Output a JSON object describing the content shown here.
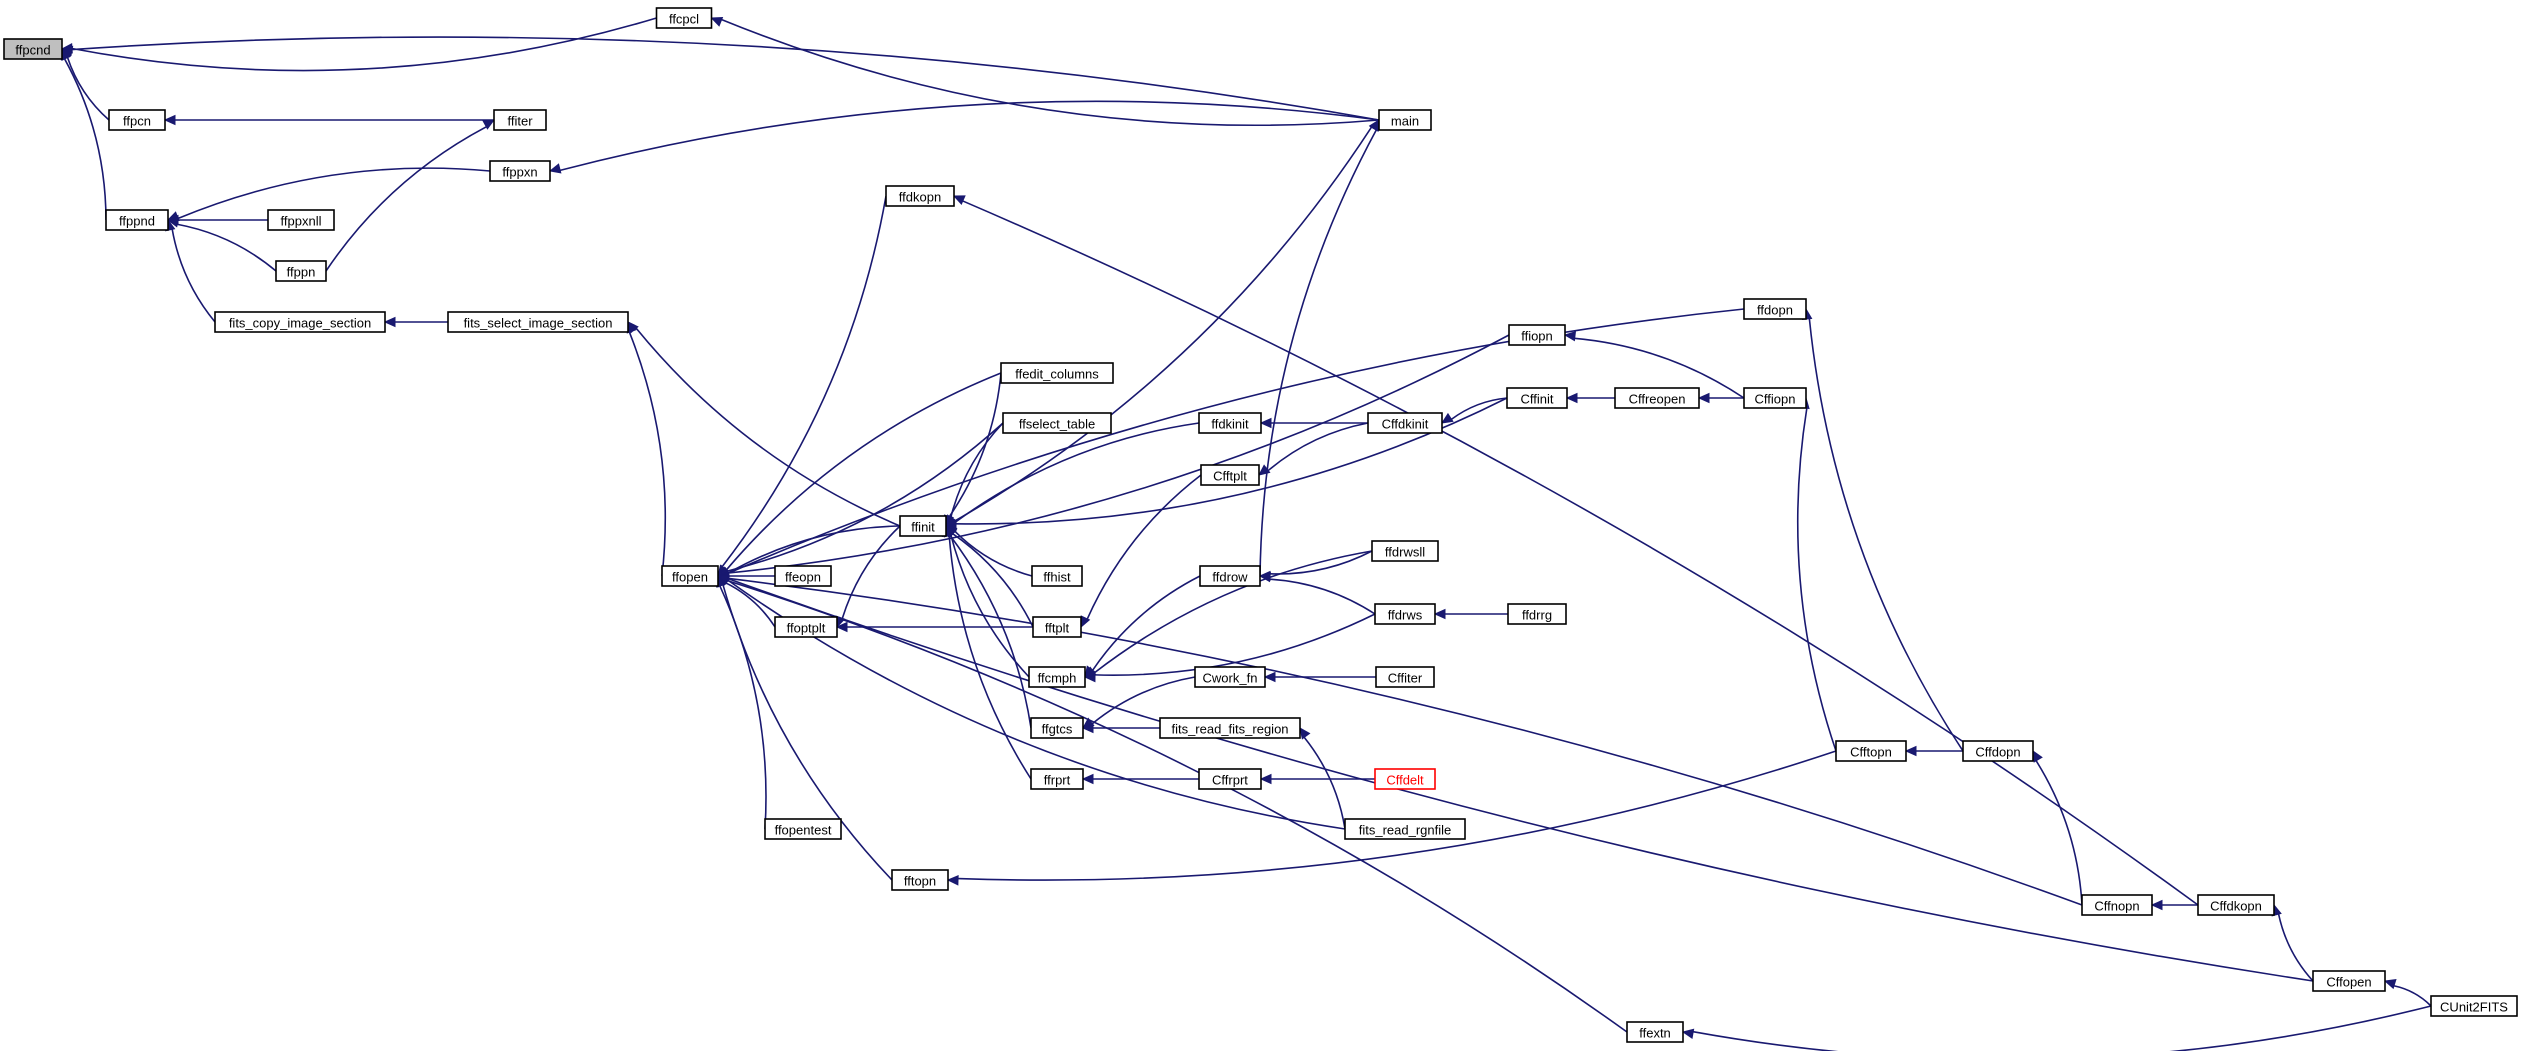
{
  "graph": {
    "kind": "caller-graph",
    "colors": {
      "edge": "#191970",
      "node_border": "#000000",
      "current_fill": "#bfbfbf",
      "missing_border": "#ff0000"
    },
    "nodes": [
      {
        "id": "ffpcnd",
        "label": "ffpcnd",
        "current": true
      },
      {
        "id": "ffcpcl",
        "label": "ffcpcl"
      },
      {
        "id": "ffpcn",
        "label": "ffpcn"
      },
      {
        "id": "ffiter",
        "label": "ffiter"
      },
      {
        "id": "main",
        "label": "main"
      },
      {
        "id": "ffppnd",
        "label": "ffppnd"
      },
      {
        "id": "ffppxn",
        "label": "ffppxn"
      },
      {
        "id": "ffppxnll",
        "label": "ffppxnll"
      },
      {
        "id": "ffppn",
        "label": "ffppn"
      },
      {
        "id": "fits_copy_image_section",
        "label": "fits_copy_image_section"
      },
      {
        "id": "fits_select_image_section",
        "label": "fits_select_image_section"
      },
      {
        "id": "ffdkopn",
        "label": "ffdkopn"
      },
      {
        "id": "ffdopn",
        "label": "ffdopn"
      },
      {
        "id": "fftopn",
        "label": "fftopn"
      },
      {
        "id": "ffiopn",
        "label": "ffiopn"
      },
      {
        "id": "ffedit_columns",
        "label": "ffedit_columns"
      },
      {
        "id": "ffselect_table",
        "label": "ffselect_table"
      },
      {
        "id": "Cffinit",
        "label": "Cffinit"
      },
      {
        "id": "Cffreopen",
        "label": "Cffreopen"
      },
      {
        "id": "Cffiopn",
        "label": "Cffiopn"
      },
      {
        "id": "ffdkinit",
        "label": "ffdkinit"
      },
      {
        "id": "Cffdkinit",
        "label": "Cffdkinit"
      },
      {
        "id": "ffinit",
        "label": "ffinit"
      },
      {
        "id": "Cfftplt",
        "label": "Cfftplt"
      },
      {
        "id": "ffopen",
        "label": "ffopen"
      },
      {
        "id": "ffeopn",
        "label": "ffeopn"
      },
      {
        "id": "ffhist",
        "label": "ffhist"
      },
      {
        "id": "ffdrwsll",
        "label": "ffdrwsll"
      },
      {
        "id": "ffdrow",
        "label": "ffdrow"
      },
      {
        "id": "ffoptplt",
        "label": "ffoptplt"
      },
      {
        "id": "fftplt",
        "label": "fftplt"
      },
      {
        "id": "ffdrws",
        "label": "ffdrws"
      },
      {
        "id": "ffdrrg",
        "label": "ffdrrg"
      },
      {
        "id": "ffcmph",
        "label": "ffcmph"
      },
      {
        "id": "Cwork_fn",
        "label": "Cwork_fn"
      },
      {
        "id": "Cffiter",
        "label": "Cffiter"
      },
      {
        "id": "ffgtcs",
        "label": "ffgtcs"
      },
      {
        "id": "fits_read_fits_region",
        "label": "fits_read_fits_region"
      },
      {
        "id": "Cfftopn",
        "label": "Cfftopn"
      },
      {
        "id": "Cffdopn",
        "label": "Cffdopn"
      },
      {
        "id": "ffrprt",
        "label": "ffrprt"
      },
      {
        "id": "Cffrprt",
        "label": "Cffrprt"
      },
      {
        "id": "Cffdelt",
        "label": "Cffdelt",
        "missing": true
      },
      {
        "id": "ffopentest",
        "label": "ffopentest"
      },
      {
        "id": "fits_read_rgnfile",
        "label": "fits_read_rgnfile"
      },
      {
        "id": "Cffnopn",
        "label": "Cffnopn"
      },
      {
        "id": "Cffdkopn",
        "label": "Cffdkopn"
      },
      {
        "id": "Cffopen",
        "label": "Cffopen"
      },
      {
        "id": "CUnit2FITS",
        "label": "CUnit2FITS"
      },
      {
        "id": "ffextn",
        "label": "ffextn"
      }
    ],
    "edges": [
      {
        "from": "ffcpcl",
        "to": "ffpcnd"
      },
      {
        "from": "main",
        "to": "ffpcnd"
      },
      {
        "from": "ffpcn",
        "to": "ffpcnd"
      },
      {
        "from": "ffppnd",
        "to": "ffpcnd"
      },
      {
        "from": "main",
        "to": "ffcpcl"
      },
      {
        "from": "ffiter",
        "to": "ffpcn"
      },
      {
        "from": "ffppn",
        "to": "ffiter"
      },
      {
        "from": "ffppxn",
        "to": "ffppnd"
      },
      {
        "from": "ffppxnll",
        "to": "ffppnd"
      },
      {
        "from": "ffppn",
        "to": "ffppnd"
      },
      {
        "from": "fits_copy_image_section",
        "to": "ffppnd"
      },
      {
        "from": "main",
        "to": "ffppxn"
      },
      {
        "from": "fits_select_image_section",
        "to": "fits_copy_image_section"
      },
      {
        "from": "ffinit",
        "to": "main"
      },
      {
        "from": "ffdrow",
        "to": "main"
      },
      {
        "from": "ffopen",
        "to": "fits_select_image_section"
      },
      {
        "from": "ffinit",
        "to": "fits_select_image_section"
      },
      {
        "from": "Cffdkopn",
        "to": "ffdkopn"
      },
      {
        "from": "Cffdopn",
        "to": "ffdopn"
      },
      {
        "from": "Cffiopn",
        "to": "ffiopn"
      },
      {
        "from": "Cfftopn",
        "to": "Cffiopn"
      },
      {
        "from": "Cffreopen",
        "to": "Cffinit"
      },
      {
        "from": "Cffiopn",
        "to": "Cffreopen"
      },
      {
        "from": "Cffinit",
        "to": "Cffdkinit"
      },
      {
        "from": "Cffdkinit",
        "to": "ffdkinit"
      },
      {
        "from": "Cffdkinit",
        "to": "Cfftplt"
      },
      {
        "from": "ffdkopn",
        "to": "ffopen"
      },
      {
        "from": "ffdopn",
        "to": "ffopen"
      },
      {
        "from": "ffiopn",
        "to": "ffopen"
      },
      {
        "from": "ffedit_columns",
        "to": "ffopen"
      },
      {
        "from": "ffselect_table",
        "to": "ffopen"
      },
      {
        "from": "ffinit",
        "to": "ffopen"
      },
      {
        "from": "ffeopn",
        "to": "ffopen"
      },
      {
        "from": "ffoptplt",
        "to": "ffopen"
      },
      {
        "from": "fits_read_rgnfile",
        "to": "ffopen"
      },
      {
        "from": "ffopentest",
        "to": "ffopen"
      },
      {
        "from": "fftopn",
        "to": "ffopen"
      },
      {
        "from": "Cffnopn",
        "to": "ffopen"
      },
      {
        "from": "Cffopen",
        "to": "ffopen"
      },
      {
        "from": "ffextn",
        "to": "ffopen"
      },
      {
        "from": "ffedit_columns",
        "to": "ffinit"
      },
      {
        "from": "ffselect_table",
        "to": "ffinit"
      },
      {
        "from": "Cffinit",
        "to": "ffinit"
      },
      {
        "from": "ffdkinit",
        "to": "ffinit"
      },
      {
        "from": "ffhist",
        "to": "ffinit"
      },
      {
        "from": "fftplt",
        "to": "ffinit"
      },
      {
        "from": "ffcmph",
        "to": "ffinit"
      },
      {
        "from": "ffgtcs",
        "to": "ffinit"
      },
      {
        "from": "ffrprt",
        "to": "ffinit"
      },
      {
        "from": "ffinit",
        "to": "ffoptplt"
      },
      {
        "from": "fftplt",
        "to": "ffoptplt"
      },
      {
        "from": "Cfftplt",
        "to": "fftplt"
      },
      {
        "from": "ffdrwsll",
        "to": "ffdrow"
      },
      {
        "from": "ffdrws",
        "to": "ffdrow"
      },
      {
        "from": "ffdrrg",
        "to": "ffdrws"
      },
      {
        "from": "ffdrow",
        "to": "ffcmph"
      },
      {
        "from": "ffdrws",
        "to": "ffcmph"
      },
      {
        "from": "ffdrwsll",
        "to": "ffcmph"
      },
      {
        "from": "Cffiter",
        "to": "Cwork_fn"
      },
      {
        "from": "Cwork_fn",
        "to": "ffgtcs"
      },
      {
        "from": "fits_read_fits_region",
        "to": "ffgtcs"
      },
      {
        "from": "fits_read_rgnfile",
        "to": "fits_read_fits_region"
      },
      {
        "from": "Cffdopn",
        "to": "Cfftopn"
      },
      {
        "from": "Cffnopn",
        "to": "Cffdopn"
      },
      {
        "from": "Cffrprt",
        "to": "ffrprt"
      },
      {
        "from": "Cffdelt",
        "to": "Cffrprt"
      },
      {
        "from": "Cfftopn",
        "to": "fftopn"
      },
      {
        "from": "Cffdkopn",
        "to": "Cffnopn"
      },
      {
        "from": "Cffopen",
        "to": "Cffdkopn"
      },
      {
        "from": "CUnit2FITS",
        "to": "Cffopen"
      },
      {
        "from": "CUnit2FITS",
        "to": "ffextn"
      }
    ]
  }
}
